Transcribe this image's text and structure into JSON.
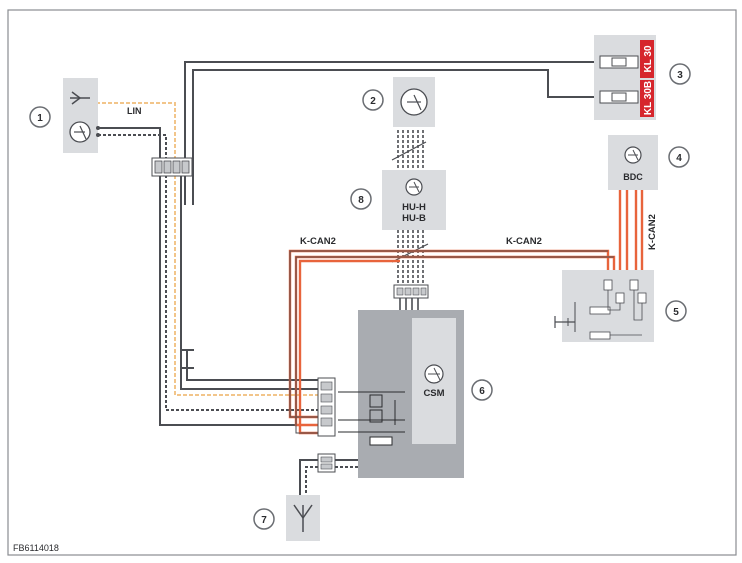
{
  "wires": {
    "lin_label": "LIN",
    "kcan_left": "K-CAN2",
    "kcan_mid": "K-CAN2",
    "kcan_right": "K-CAN2"
  },
  "fuses": {
    "kl30": "KL 30",
    "kl30b": "KL 30B"
  },
  "modules": {
    "bdc": "BDC",
    "hu_h": "HU-H",
    "hu_b": "HU-B",
    "csm": "CSM"
  },
  "callouts": [
    "1",
    "2",
    "3",
    "4",
    "5",
    "6",
    "7",
    "8"
  ],
  "figure_id": "FB6114018",
  "colors": {
    "kcan": "#e8643c",
    "lin": "#f2c58a",
    "box": "#dadcdf",
    "box_dark": "#a9acb1",
    "label_red": "#d6262c"
  }
}
